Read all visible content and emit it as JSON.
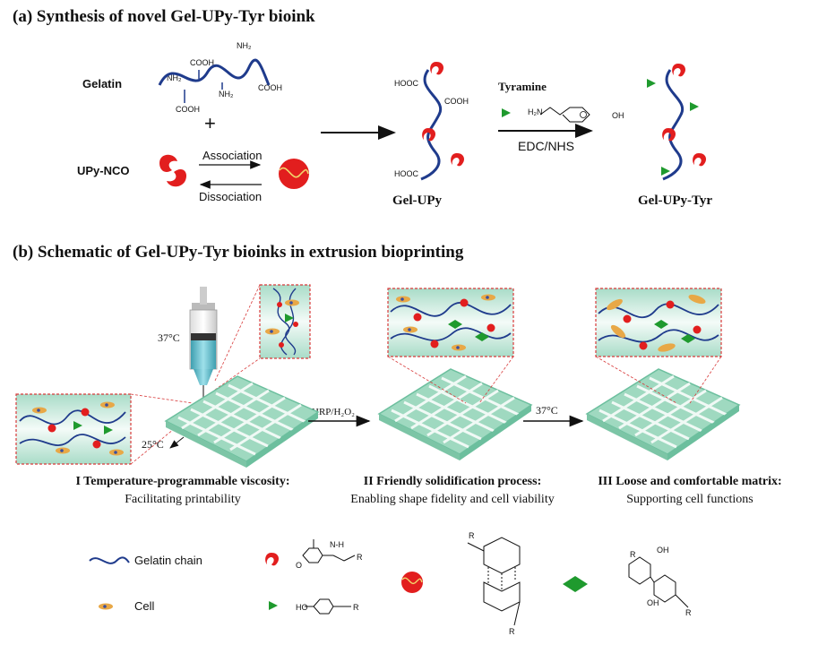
{
  "panel_a": {
    "title": "(a) Synthesis of novel Gel-UPy-Tyr bioink",
    "gelatin_label": "Gelatin",
    "upy_nco_label": "UPy-NCO",
    "plus": "+",
    "association": "Association",
    "dissociation": "Dissociation",
    "gel_upy_label": "Gel-UPy",
    "tyramine_label": "Tyramine",
    "edc_nhs": "EDC/NHS",
    "gel_upy_tyr_label": "Gel-UPy-Tyr",
    "chem": {
      "nh2": "NH₂",
      "cooh": "COOH",
      "hooc": "HOOC",
      "h2n": "H₂N",
      "oh": "OH"
    }
  },
  "panel_b": {
    "title": "(b) Schematic of Gel-UPy-Tyr bioinks in extrusion bioprinting",
    "temp_37_syringe": "37°C",
    "temp_25": "25°C",
    "hrp": "HRP/H₂O₂",
    "temp_37_arrow": "37°C",
    "stages": [
      {
        "title": "I  Temperature-programmable viscosity:",
        "subtitle": "Facilitating printability"
      },
      {
        "title": "II  Friendly solidification process:",
        "subtitle": "Enabling shape fidelity and cell viability"
      },
      {
        "title": "III  Loose and comfortable matrix:",
        "subtitle": "Supporting cell functions"
      }
    ]
  },
  "legend": {
    "gelatin_chain": "Gelatin chain",
    "cell": "Cell",
    "r": "R",
    "ho": "HO",
    "oh": "OH",
    "nh": "N-H",
    "o": "O",
    "n": "N"
  },
  "colors": {
    "chain": "#1f3b8c",
    "upy": "#e21e1e",
    "tyr": "#1f9a2e",
    "scaffold": "#9fd9c0",
    "scaffold_dark": "#6cbf9e",
    "cell": "#e8a847",
    "box_border": "#d83a3a"
  }
}
